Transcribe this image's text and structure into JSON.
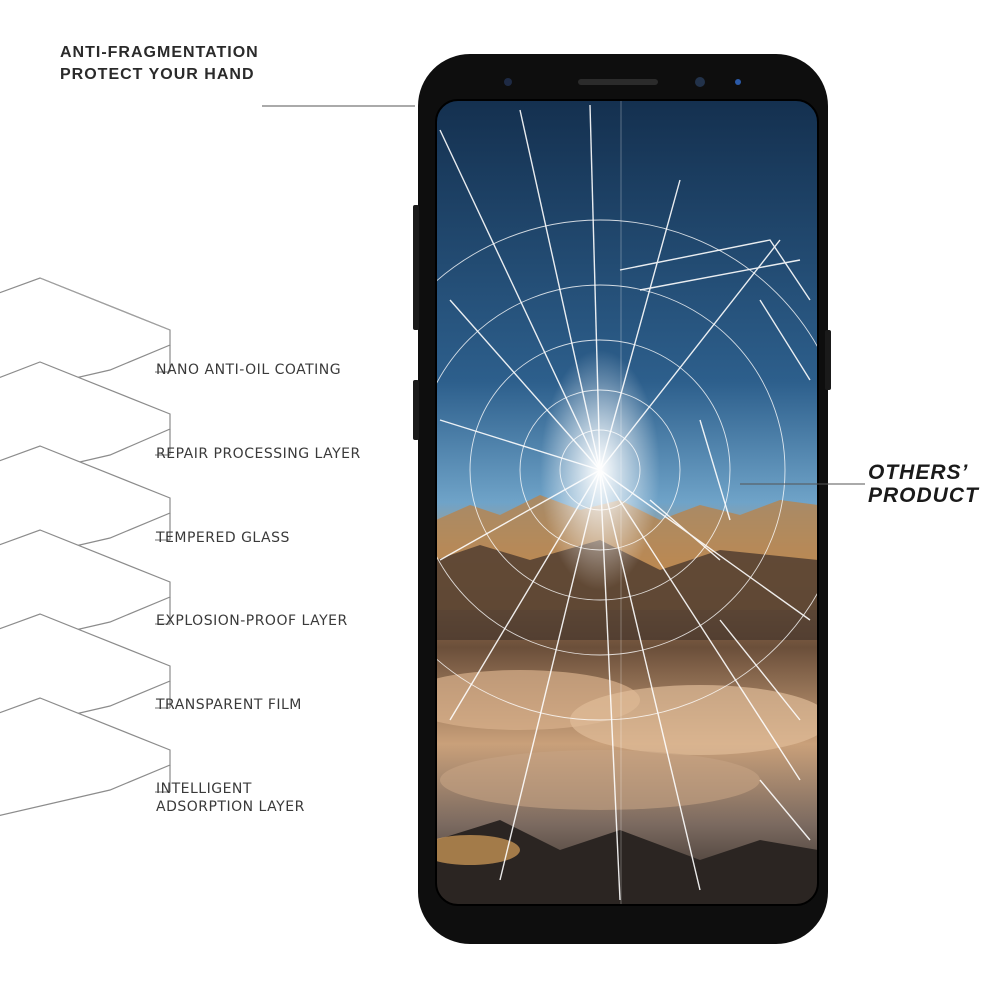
{
  "header": {
    "line1": "ANTI-FRAGMENTATION",
    "line2": "PROTECT YOUR HAND"
  },
  "layers": [
    {
      "label": "NANO ANTI-OIL COATING"
    },
    {
      "label": "REPAIR PROCESSING LAYER"
    },
    {
      "label": "TEMPERED GLASS"
    },
    {
      "label": "EXPLOSION-PROOF LAYER"
    },
    {
      "label": "TRANSPARENT FILM"
    },
    {
      "label_line1": "INTELLIGENT",
      "label_line2": "ADSORPTION LAYER"
    }
  ],
  "others": {
    "line1": "OTHERS’",
    "line2": "PRODUCT"
  },
  "colors": {
    "text": "#2a2a2a",
    "phone_body": "#111111",
    "sky_top": "#1c3b5e",
    "sky_mid": "#3f7aa8",
    "mountain_glow": "#d9a25c",
    "crack": "#ffffff"
  }
}
